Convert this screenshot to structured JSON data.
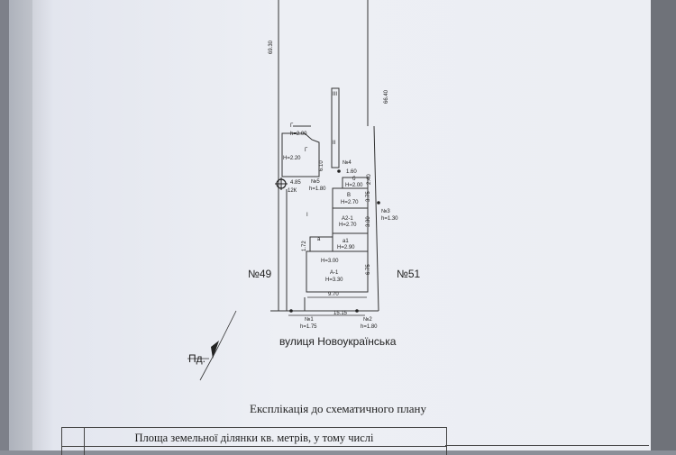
{
  "plan": {
    "neighbor_left": "№49",
    "neighbor_right": "№51",
    "street": "вулиця Новоукраїнська",
    "north_label": "Пд."
  },
  "labels": {
    "side_top_left": "69.30",
    "side_top_right": "66.40",
    "garage_top": "Г",
    "garage_h": "h=2.00",
    "garage_name": "Г",
    "garage_h2": "H=2.20",
    "garage_side": "6.10",
    "garage_width": "4.85",
    "well": "12К",
    "n4": "№4",
    "n4_dim": "1.60",
    "n5": "№5",
    "n5_h": "h=1.80",
    "b_name": "б",
    "b_h": "H=2.00",
    "b_small_dim": "2.40",
    "B_name": "В",
    "B_h": "H=2.70",
    "A2_name": "А2-1",
    "A2_h": "H=2.70",
    "a1_name": "а1",
    "a1_h": "H=2.90",
    "a_name": "а",
    "a_h": "H=3.00",
    "A1_name": "А-1",
    "A1_h": "H=3.30",
    "dim_right_1": "3.75",
    "dim_right_2": "3.30",
    "dim_right_3": "6.75",
    "dim_left_small": "1.72",
    "bottom_width": "9.70",
    "front_width": "15.15",
    "n1": "№1",
    "n1_h": "h=1.75",
    "n2": "№2",
    "n2_h": "h=1.80",
    "n3": "№3",
    "n3_h": "h=1.30",
    "yard": "I",
    "strip_1": "III",
    "strip_2": "II"
  },
  "caption": "Експлікація до схематичного плану",
  "table_header": "Площа земельної ділянки кв. метрів, у тому числі"
}
